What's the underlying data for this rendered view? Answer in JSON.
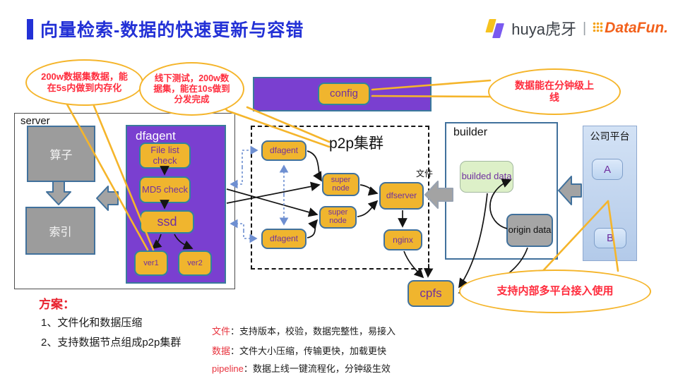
{
  "header": {
    "title": "向量检索-数据的快速更新与容错",
    "brand_huya": "huya虎牙",
    "brand_separator": "|",
    "brand_datafun": "DataFun."
  },
  "callouts": {
    "memory": "200w数据集数据，能在5s内做到内存化",
    "offline_test": "线下测试，200w数据集，能在10s做到分发完成",
    "minute_online": "数据能在分钟级上线",
    "multi_platform": "支持内部多平台接入使用"
  },
  "diagram": {
    "config": "config",
    "server": {
      "label": "server",
      "operator": "算子",
      "index": "索引"
    },
    "dfagent_box": {
      "label": "dfagent",
      "file_list_check": "File list check",
      "md5_check": "MD5 check",
      "ssd": "ssd",
      "ver1": "ver1",
      "ver2": "ver2"
    },
    "p2p": {
      "label": "p2p集群",
      "dfagent_top": "dfagent",
      "dfagent_bottom": "dfagent",
      "super_node_top": "super node",
      "super_node_bottom": "super node",
      "dfserver": "dfserver",
      "nginx": "nginx"
    },
    "file_label": "文件",
    "builder": {
      "label": "builder",
      "builded_data": "builded data",
      "origin_data": "origin data"
    },
    "platform": {
      "label": "公司平台",
      "a": "A",
      "b": "B"
    },
    "cpfs": "cpfs"
  },
  "solution": {
    "heading": "方案：",
    "items": [
      "1、文件化和数据压缩",
      "2、支持数据节点组成p2p集群"
    ]
  },
  "notes": [
    {
      "label": "文件",
      "text": "：支持版本，校验，数据完整性，易接入"
    },
    {
      "label": "数据",
      "text": "：文件大小压缩，传输更快，加载更快"
    },
    {
      "label": "pipeline",
      "text": "：数据上线一键流程化，分钟级生效"
    }
  ],
  "colors": {
    "title_blue": "#2331d6",
    "callout_border_yellow": "#f5b52b",
    "callout_text_red": "#ff2b3c",
    "node_yellow": "#f0b52e",
    "node_purple": "#7a3fd0",
    "node_green": "#ddf0c8",
    "node_gray": "#9c9c9c",
    "platform_blue": "#c7d9f0",
    "datafun_orange": "#f2611c",
    "dashed_blue": "#6e8fd1"
  }
}
